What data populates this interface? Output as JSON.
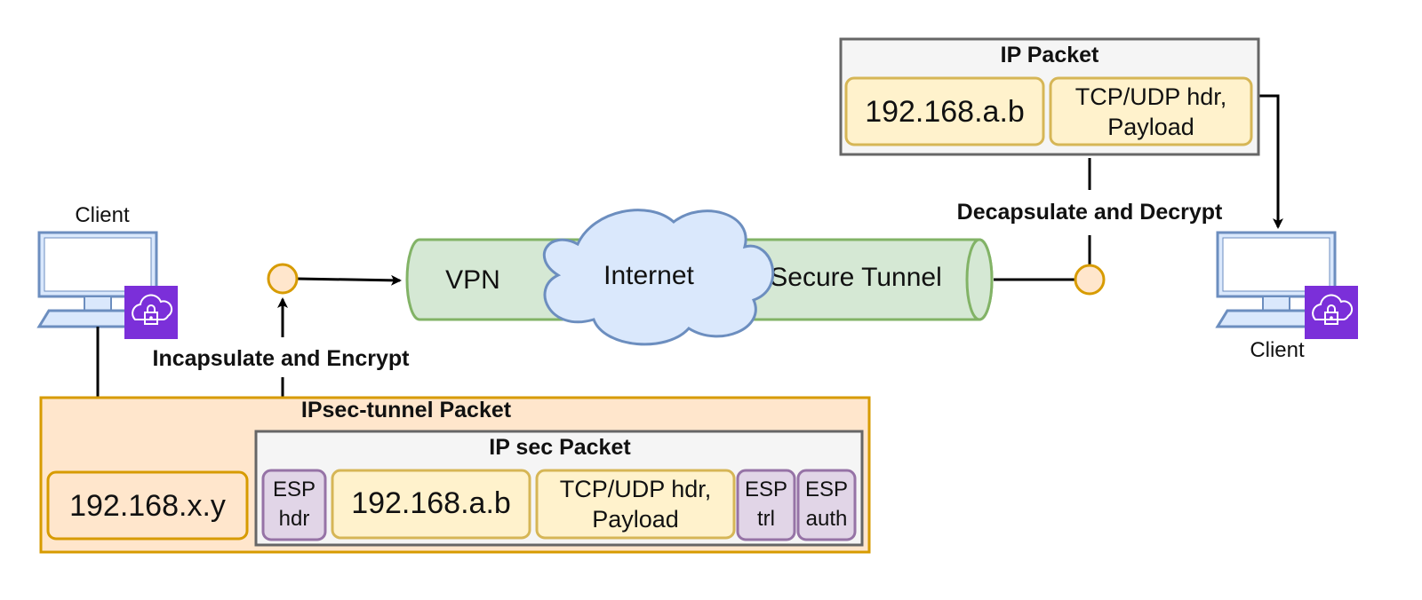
{
  "colors": {
    "tunnel_fill": "#d5e8d4",
    "tunnel_stroke": "#82b366",
    "cloud_fill": "#dae8fc",
    "cloud_stroke": "#6c8ebf",
    "outer_packet_fill": "#ffe6cc",
    "outer_packet_stroke": "#d79b00",
    "ip_packet_fill": "#f5f5f5",
    "ip_packet_stroke": "#666666",
    "field_fill": "#fff2cc",
    "field_stroke": "#d6b656",
    "esp_fill": "#e1d5e7",
    "esp_stroke": "#9673a6",
    "vpn_icon": "#7b2fd9"
  },
  "left_client": {
    "label": "Client",
    "icon": "vpn-lock-icon"
  },
  "right_client": {
    "label": "Client",
    "icon": "vpn-lock-icon"
  },
  "tunnel": {
    "vpn": "VPN",
    "internet": "Internet",
    "secure": "Secure Tunnel"
  },
  "encap_label": "Incapsulate and Encrypt",
  "decap_label": "Decapsulate and Decrypt",
  "ip_packet": {
    "title": "IP Packet",
    "addr": "192.168.a.b",
    "payload_l1": "TCP/UDP hdr,",
    "payload_l2": "Payload"
  },
  "ipsec_tunnel_packet": {
    "title": "IPsec-tunnel Packet",
    "outer_addr": "192.168.x.y",
    "inner": {
      "title": "IP sec Packet",
      "esp_hdr_l1": "ESP",
      "esp_hdr_l2": "hdr",
      "addr": "192.168.a.b",
      "payload_l1": "TCP/UDP hdr,",
      "payload_l2": "Payload",
      "esp_trl_l1": "ESP",
      "esp_trl_l2": "trl",
      "esp_auth_l1": "ESP",
      "esp_auth_l2": "auth"
    }
  }
}
